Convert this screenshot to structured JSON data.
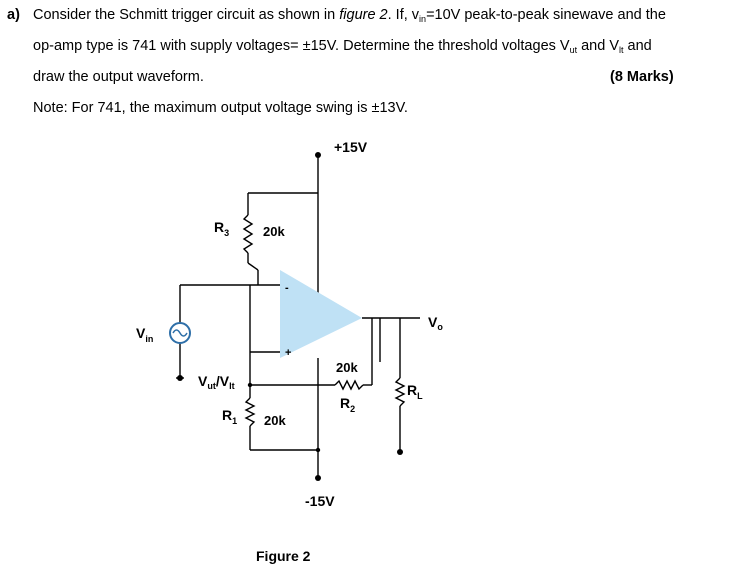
{
  "question": {
    "label": "a)",
    "line1_pre": "Consider the Schmitt trigger circuit as shown in ",
    "line1_fig": "figure 2",
    "line1_mid": ". If, v",
    "line1_sub": "in",
    "line1_post": "=10V peak-to-peak sinewave and the",
    "line2_pre": "op-amp type is 741 with supply voltages= ±15V. Determine the threshold voltages V",
    "line2_sub1": "ut",
    "line2_mid": " and V",
    "line2_sub2": "lt",
    "line2_post": " and",
    "line3": "draw the output waveform.",
    "marks": "(8 Marks)",
    "note": "Note: For 741, the maximum output voltage swing is ±13V."
  },
  "circuit": {
    "vcc_label": "+15V",
    "vee_label": "-15V",
    "r3_name": "R",
    "r3_sub": "3",
    "r3_value": "20k",
    "r1_name": "R",
    "r1_sub": "1",
    "r1_value": "20k",
    "r2_name": "R",
    "r2_sub": "2",
    "r2_value": "20k",
    "rl_name": "R",
    "rl_sub": "L",
    "vin_name": "V",
    "vin_sub": "in",
    "vout_name": "V",
    "vout_sub": "o",
    "vth_v1": "V",
    "vth_s1": "ut",
    "vth_slash": "/V",
    "vth_s2": "lt",
    "inv_sign": "-",
    "noninv_sign": "+",
    "opamp_color": "#bfe1f5",
    "source_color": "#2e6fa8"
  },
  "figure_caption": "Figure 2"
}
